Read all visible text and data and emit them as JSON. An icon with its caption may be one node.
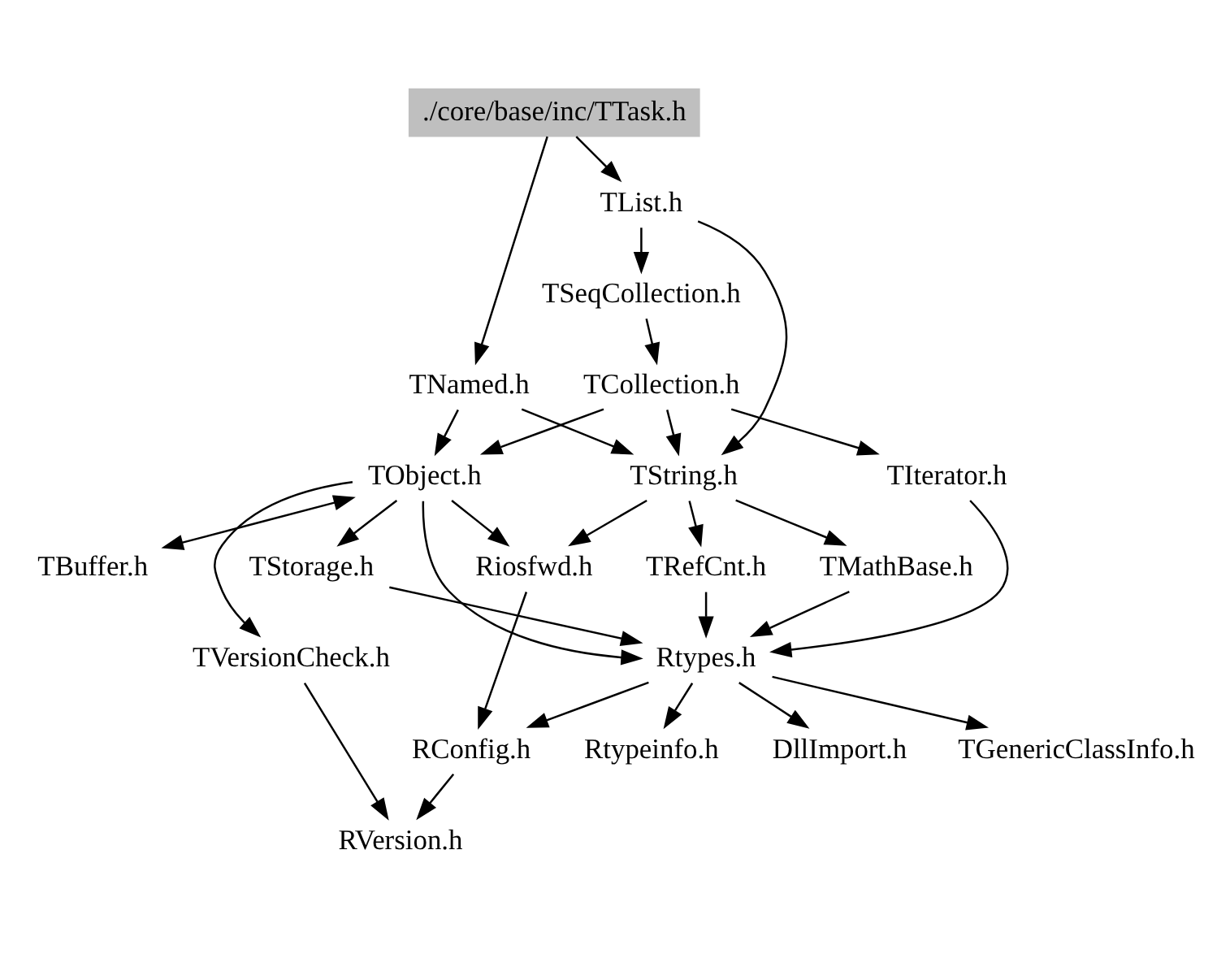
{
  "diagram": {
    "nodes": [
      {
        "text": [
          "./core/base/inc/TTask.h"
        ]
      },
      {
        "text": [
          "TList.h"
        ]
      },
      {
        "text": [
          "TSeqCollection.h"
        ]
      },
      {
        "text": [
          "TNamed.h"
        ]
      },
      {
        "text": [
          "TCollection.h"
        ]
      },
      {
        "text": [
          "TObject.h"
        ]
      },
      {
        "text": [
          "TString.h"
        ]
      },
      {
        "text": [
          "TIterator.h"
        ]
      },
      {
        "text": [
          "TBuffer.h"
        ]
      },
      {
        "text": [
          "Riosfwd.h"
        ]
      },
      {
        "text": [
          "TStorage.h"
        ]
      },
      {
        "text": [
          "TMathBase.h"
        ]
      },
      {
        "text": [
          "TRefCnt.h"
        ]
      },
      {
        "text": [
          "TVersionCheck.h"
        ]
      },
      {
        "text": [
          "Rtypes.h"
        ]
      },
      {
        "text": [
          "Rtypeinfo.h"
        ]
      },
      {
        "text": [
          "DllImport.h"
        ]
      },
      {
        "text": [
          "TGenericClassInfo.h"
        ]
      },
      {
        "text": [
          "RConfig.h"
        ]
      },
      {
        "text": [
          "RVersion.h"
        ]
      }
    ],
    "edges": [
      {
        "from": 0,
        "to": 3,
        "arrow": "to"
      },
      {
        "from": 0,
        "to": 1,
        "arrow": "to"
      },
      {
        "from": 1,
        "to": 2,
        "arrow": "to"
      },
      {
        "from": 1,
        "to": 6,
        "arrow": "to"
      },
      {
        "from": 2,
        "to": 4,
        "arrow": "to"
      },
      {
        "from": 3,
        "to": 5,
        "arrow": "to"
      },
      {
        "from": 3,
        "to": 6,
        "arrow": "to"
      },
      {
        "from": 4,
        "to": 5,
        "arrow": "to"
      },
      {
        "from": 4,
        "to": 6,
        "arrow": "to"
      },
      {
        "from": 4,
        "to": 7,
        "arrow": "to"
      },
      {
        "from": 5,
        "to": 8,
        "arrow": "both"
      },
      {
        "from": 5,
        "to": 9,
        "arrow": "to"
      },
      {
        "from": 5,
        "to": 10,
        "arrow": "to"
      },
      {
        "from": 5,
        "to": 14,
        "arrow": "to"
      },
      {
        "from": 5,
        "to": 13,
        "arrow": "to"
      },
      {
        "from": 6,
        "to": 9,
        "arrow": "to"
      },
      {
        "from": 6,
        "to": 11,
        "arrow": "to"
      },
      {
        "from": 6,
        "to": 12,
        "arrow": "to"
      },
      {
        "from": 7,
        "to": 14,
        "arrow": "to"
      },
      {
        "from": 10,
        "to": 14,
        "arrow": "to"
      },
      {
        "from": 11,
        "to": 14,
        "arrow": "to"
      },
      {
        "from": 12,
        "to": 14,
        "arrow": "to"
      },
      {
        "from": 13,
        "to": 19,
        "arrow": "to"
      },
      {
        "from": 9,
        "to": 18,
        "arrow": "to"
      },
      {
        "from": 14,
        "to": 18,
        "arrow": "to"
      },
      {
        "from": 14,
        "to": 15,
        "arrow": "to"
      },
      {
        "from": 14,
        "to": 16,
        "arrow": "to"
      },
      {
        "from": 14,
        "to": 17,
        "arrow": "to"
      },
      {
        "from": 18,
        "to": 19,
        "arrow": "to"
      }
    ]
  }
}
